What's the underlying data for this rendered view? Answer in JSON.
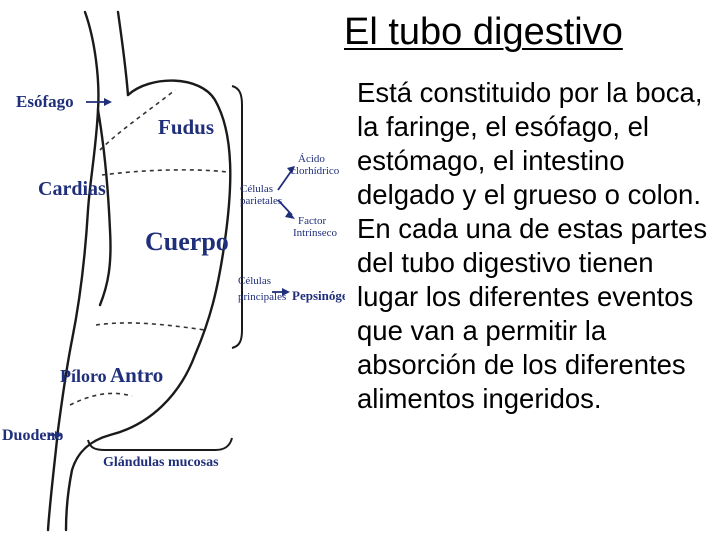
{
  "title": "El tubo digestivo",
  "paragraphs": [
    "Está constituido por la boca, la faringe, el esófago, el estómago, el intestino delgado y el grueso o colon.",
    "En cada una de estas partes del tubo digestivo tienen lugar los diferentes eventos que van a permitir la absorción de los diferentes alimentos ingeridos."
  ],
  "diagram": {
    "labels": {
      "esofago": "Esófago",
      "fundus": "Fudus",
      "cardias": "Cardias",
      "cuerpo": "Cuerpo",
      "piloro": "Píloro",
      "antro": "Antro",
      "duodeno": "Duodeno",
      "glandulas": "Glándulas mucosas",
      "celulas_parietales_1": "Células",
      "celulas_parietales_2": "parietales",
      "acido_1": "Ácido",
      "acido_2": "clorhídrico",
      "factor_1": "Factor",
      "factor_2": "Intrínseco",
      "celulas_principales_1": "Células",
      "celulas_principales_2": "principales",
      "pepsinogeno": "Pepsinógeno"
    },
    "colors": {
      "label": "#1f2f7a",
      "outline": "#1a1a1a"
    }
  }
}
